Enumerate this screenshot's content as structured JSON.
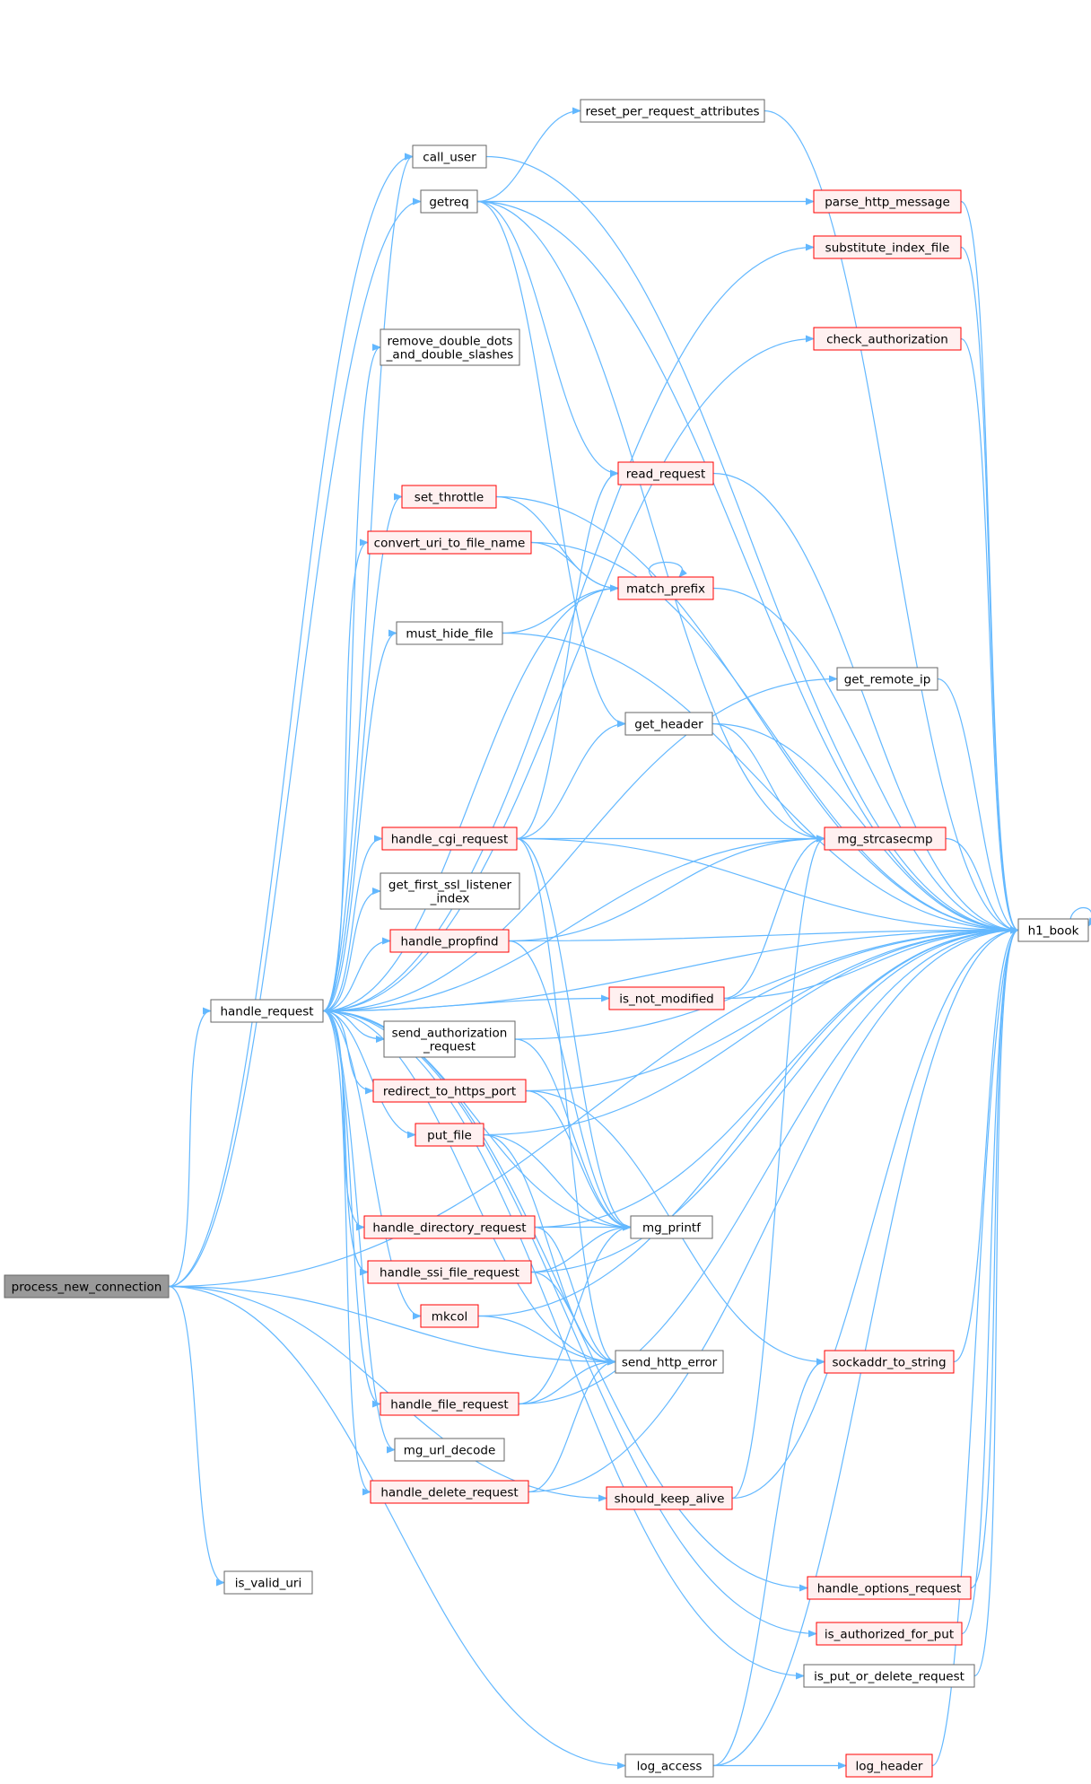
{
  "colors": {
    "edge": "#63b8ff",
    "node_fill": "#ffffff",
    "node_border": "#666666",
    "red_fill": "#fff0f0",
    "red_border": "#ff0000",
    "root_fill": "#999999",
    "root_border": "#666666"
  },
  "nodes": [
    {
      "id": "process_new_connection",
      "lines": [
        "process_new_connection"
      ],
      "style": "root"
    },
    {
      "id": "handle_request",
      "lines": [
        "handle_request"
      ],
      "style": "normal"
    },
    {
      "id": "is_valid_uri",
      "lines": [
        "is_valid_uri"
      ],
      "style": "normal"
    },
    {
      "id": "call_user",
      "lines": [
        "call_user"
      ],
      "style": "normal"
    },
    {
      "id": "getreq",
      "lines": [
        "getreq"
      ],
      "style": "normal"
    },
    {
      "id": "reset_per_request_attributes",
      "lines": [
        "reset_per_request_attributes"
      ],
      "style": "normal"
    },
    {
      "id": "parse_http_message",
      "lines": [
        "parse_http_message"
      ],
      "style": "red"
    },
    {
      "id": "substitute_index_file",
      "lines": [
        "substitute_index_file"
      ],
      "style": "red"
    },
    {
      "id": "remove_double_dots",
      "lines": [
        "remove_double_dots",
        "_and_double_slashes"
      ],
      "style": "normal"
    },
    {
      "id": "check_authorization",
      "lines": [
        "check_authorization"
      ],
      "style": "red"
    },
    {
      "id": "read_request",
      "lines": [
        "read_request"
      ],
      "style": "red"
    },
    {
      "id": "set_throttle",
      "lines": [
        "set_throttle"
      ],
      "style": "red"
    },
    {
      "id": "convert_uri_to_file_name",
      "lines": [
        "convert_uri_to_file_name"
      ],
      "style": "red"
    },
    {
      "id": "match_prefix",
      "lines": [
        "match_prefix"
      ],
      "style": "red"
    },
    {
      "id": "must_hide_file",
      "lines": [
        "must_hide_file"
      ],
      "style": "normal"
    },
    {
      "id": "get_remote_ip",
      "lines": [
        "get_remote_ip"
      ],
      "style": "normal"
    },
    {
      "id": "get_header",
      "lines": [
        "get_header"
      ],
      "style": "normal"
    },
    {
      "id": "handle_cgi_request",
      "lines": [
        "handle_cgi_request"
      ],
      "style": "red"
    },
    {
      "id": "mg_strcasecmp",
      "lines": [
        "mg_strcasecmp"
      ],
      "style": "red"
    },
    {
      "id": "get_first_ssl_listener_index",
      "lines": [
        "get_first_ssl_listener",
        "_index"
      ],
      "style": "normal"
    },
    {
      "id": "handle_propfind",
      "lines": [
        "handle_propfind"
      ],
      "style": "red"
    },
    {
      "id": "h1_book",
      "lines": [
        "h1_book"
      ],
      "style": "normal"
    },
    {
      "id": "is_not_modified",
      "lines": [
        "is_not_modified"
      ],
      "style": "red"
    },
    {
      "id": "send_authorization_request",
      "lines": [
        "send_authorization",
        "_request"
      ],
      "style": "normal"
    },
    {
      "id": "redirect_to_https_port",
      "lines": [
        "redirect_to_https_port"
      ],
      "style": "red"
    },
    {
      "id": "put_file",
      "lines": [
        "put_file"
      ],
      "style": "red"
    },
    {
      "id": "handle_directory_request",
      "lines": [
        "handle_directory_request"
      ],
      "style": "red"
    },
    {
      "id": "mg_printf",
      "lines": [
        "mg_printf"
      ],
      "style": "normal"
    },
    {
      "id": "handle_ssi_file_request",
      "lines": [
        "handle_ssi_file_request"
      ],
      "style": "red"
    },
    {
      "id": "mkcol",
      "lines": [
        "mkcol"
      ],
      "style": "red"
    },
    {
      "id": "send_http_error",
      "lines": [
        "send_http_error"
      ],
      "style": "normal"
    },
    {
      "id": "sockaddr_to_string",
      "lines": [
        "sockaddr_to_string"
      ],
      "style": "red"
    },
    {
      "id": "handle_file_request",
      "lines": [
        "handle_file_request"
      ],
      "style": "red"
    },
    {
      "id": "mg_url_decode",
      "lines": [
        "mg_url_decode"
      ],
      "style": "normal"
    },
    {
      "id": "handle_delete_request",
      "lines": [
        "handle_delete_request"
      ],
      "style": "red"
    },
    {
      "id": "should_keep_alive",
      "lines": [
        "should_keep_alive"
      ],
      "style": "red"
    },
    {
      "id": "handle_options_request",
      "lines": [
        "handle_options_request"
      ],
      "style": "red"
    },
    {
      "id": "is_authorized_for_put",
      "lines": [
        "is_authorized_for_put"
      ],
      "style": "red"
    },
    {
      "id": "is_put_or_delete_request",
      "lines": [
        "is_put_or_delete_request"
      ],
      "style": "normal"
    },
    {
      "id": "log_access",
      "lines": [
        "log_access"
      ],
      "style": "normal"
    },
    {
      "id": "log_header",
      "lines": [
        "log_header"
      ],
      "style": "red"
    }
  ],
  "edges": [
    [
      "process_new_connection",
      "handle_request"
    ],
    [
      "process_new_connection",
      "is_valid_uri"
    ],
    [
      "process_new_connection",
      "call_user"
    ],
    [
      "process_new_connection",
      "getreq"
    ],
    [
      "process_new_connection",
      "h1_book"
    ],
    [
      "process_new_connection",
      "send_http_error"
    ],
    [
      "process_new_connection",
      "should_keep_alive"
    ],
    [
      "process_new_connection",
      "log_access"
    ],
    [
      "handle_request",
      "call_user"
    ],
    [
      "handle_request",
      "substitute_index_file"
    ],
    [
      "handle_request",
      "remove_double_dots"
    ],
    [
      "handle_request",
      "check_authorization"
    ],
    [
      "handle_request",
      "set_throttle"
    ],
    [
      "handle_request",
      "convert_uri_to_file_name"
    ],
    [
      "handle_request",
      "match_prefix"
    ],
    [
      "handle_request",
      "must_hide_file"
    ],
    [
      "handle_request",
      "get_remote_ip"
    ],
    [
      "handle_request",
      "handle_cgi_request"
    ],
    [
      "handle_request",
      "mg_strcasecmp"
    ],
    [
      "handle_request",
      "get_first_ssl_listener_index"
    ],
    [
      "handle_request",
      "handle_propfind"
    ],
    [
      "handle_request",
      "is_not_modified"
    ],
    [
      "handle_request",
      "send_authorization_request"
    ],
    [
      "handle_request",
      "redirect_to_https_port"
    ],
    [
      "handle_request",
      "put_file"
    ],
    [
      "handle_request",
      "handle_directory_request"
    ],
    [
      "handle_request",
      "mg_printf"
    ],
    [
      "handle_request",
      "handle_ssi_file_request"
    ],
    [
      "handle_request",
      "mkcol"
    ],
    [
      "handle_request",
      "send_http_error"
    ],
    [
      "handle_request",
      "handle_file_request"
    ],
    [
      "handle_request",
      "mg_url_decode"
    ],
    [
      "handle_request",
      "handle_delete_request"
    ],
    [
      "handle_request",
      "handle_options_request"
    ],
    [
      "handle_request",
      "is_authorized_for_put"
    ],
    [
      "handle_request",
      "is_put_or_delete_request"
    ],
    [
      "handle_request",
      "h1_book"
    ],
    [
      "call_user",
      "h1_book"
    ],
    [
      "getreq",
      "reset_per_request_attributes"
    ],
    [
      "getreq",
      "parse_http_message"
    ],
    [
      "getreq",
      "read_request"
    ],
    [
      "getreq",
      "get_header"
    ],
    [
      "getreq",
      "mg_strcasecmp"
    ],
    [
      "getreq",
      "h1_book"
    ],
    [
      "reset_per_request_attributes",
      "h1_book"
    ],
    [
      "parse_http_message",
      "h1_book"
    ],
    [
      "substitute_index_file",
      "h1_book"
    ],
    [
      "check_authorization",
      "h1_book"
    ],
    [
      "read_request",
      "h1_book"
    ],
    [
      "set_throttle",
      "match_prefix"
    ],
    [
      "set_throttle",
      "h1_book"
    ],
    [
      "convert_uri_to_file_name",
      "match_prefix"
    ],
    [
      "convert_uri_to_file_name",
      "h1_book"
    ],
    [
      "match_prefix",
      "match_prefix"
    ],
    [
      "match_prefix",
      "h1_book"
    ],
    [
      "must_hide_file",
      "match_prefix"
    ],
    [
      "must_hide_file",
      "h1_book"
    ],
    [
      "get_remote_ip",
      "h1_book"
    ],
    [
      "get_header",
      "mg_strcasecmp"
    ],
    [
      "get_header",
      "h1_book"
    ],
    [
      "handle_cgi_request",
      "read_request"
    ],
    [
      "handle_cgi_request",
      "get_header"
    ],
    [
      "handle_cgi_request",
      "mg_strcasecmp"
    ],
    [
      "handle_cgi_request",
      "h1_book"
    ],
    [
      "handle_cgi_request",
      "mg_printf"
    ],
    [
      "handle_cgi_request",
      "send_http_error"
    ],
    [
      "mg_strcasecmp",
      "h1_book"
    ],
    [
      "handle_propfind",
      "mg_strcasecmp"
    ],
    [
      "handle_propfind",
      "h1_book"
    ],
    [
      "handle_propfind",
      "mg_printf"
    ],
    [
      "h1_book",
      "h1_book"
    ],
    [
      "is_not_modified",
      "mg_strcasecmp"
    ],
    [
      "is_not_modified",
      "h1_book"
    ],
    [
      "send_authorization_request",
      "mg_printf"
    ],
    [
      "send_authorization_request",
      "h1_book"
    ],
    [
      "redirect_to_https_port",
      "mg_printf"
    ],
    [
      "redirect_to_https_port",
      "sockaddr_to_string"
    ],
    [
      "redirect_to_https_port",
      "h1_book"
    ],
    [
      "put_file",
      "mg_printf"
    ],
    [
      "put_file",
      "send_http_error"
    ],
    [
      "put_file",
      "h1_book"
    ],
    [
      "handle_directory_request",
      "mg_printf"
    ],
    [
      "handle_directory_request",
      "send_http_error"
    ],
    [
      "handle_directory_request",
      "h1_book"
    ],
    [
      "handle_ssi_file_request",
      "mg_printf"
    ],
    [
      "handle_ssi_file_request",
      "send_http_error"
    ],
    [
      "handle_ssi_file_request",
      "h1_book"
    ],
    [
      "mkcol",
      "send_http_error"
    ],
    [
      "mkcol",
      "h1_book"
    ],
    [
      "handle_file_request",
      "mg_printf"
    ],
    [
      "handle_file_request",
      "send_http_error"
    ],
    [
      "handle_file_request",
      "h1_book"
    ],
    [
      "handle_delete_request",
      "send_http_error"
    ],
    [
      "handle_delete_request",
      "h1_book"
    ],
    [
      "should_keep_alive",
      "mg_strcasecmp"
    ],
    [
      "should_keep_alive",
      "h1_book"
    ],
    [
      "sockaddr_to_string",
      "h1_book"
    ],
    [
      "handle_options_request",
      "h1_book"
    ],
    [
      "is_authorized_for_put",
      "h1_book"
    ],
    [
      "is_put_or_delete_request",
      "h1_book"
    ],
    [
      "log_access",
      "sockaddr_to_string"
    ],
    [
      "log_access",
      "log_header"
    ],
    [
      "log_access",
      "h1_book"
    ],
    [
      "log_header",
      "h1_book"
    ]
  ]
}
